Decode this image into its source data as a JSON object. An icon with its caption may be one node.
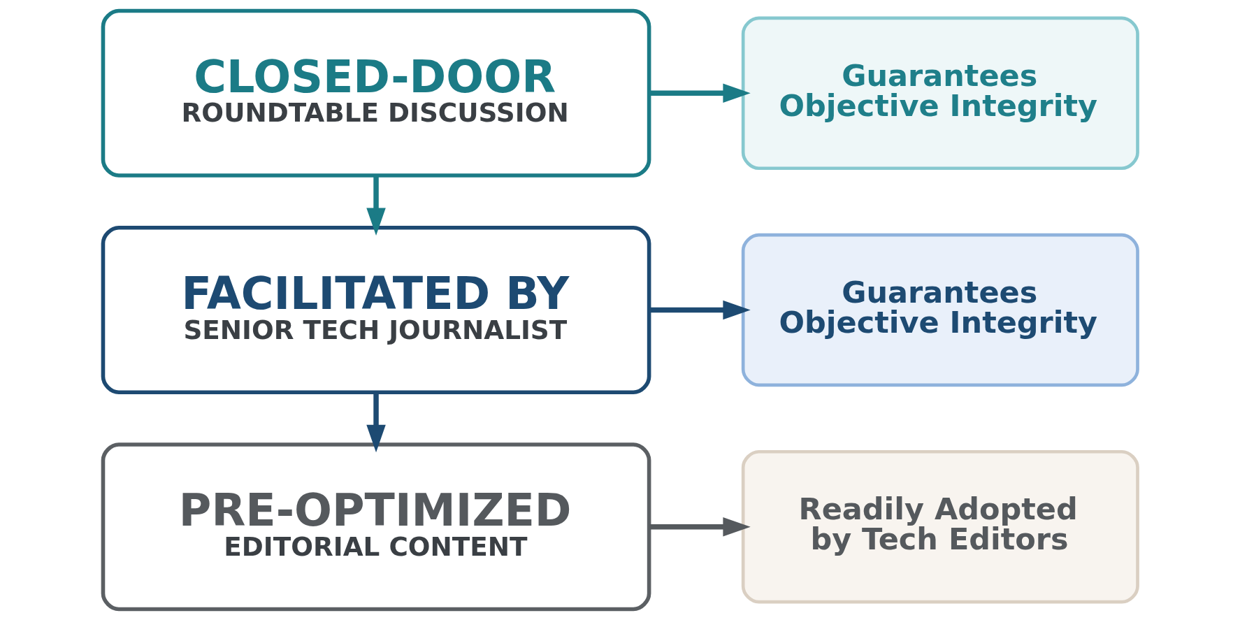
{
  "diagram": {
    "nodes": [
      {
        "text": [
          "CLOSED-DOOR",
          "ROUNDTABLE DISCUSSION"
        ]
      },
      {
        "text": [
          "Guarantees Objective Integrity"
        ]
      },
      {
        "text": [
          "FACILITATED BY",
          "SENIOR TECH JOURNALIST"
        ]
      },
      {
        "text": [
          "Guarantees Objective Integrity"
        ]
      },
      {
        "text": [
          "PRE-OPTIMIZED",
          "EDITORIAL CONTENT"
        ]
      },
      {
        "text": [
          "Readily Adopted by Tech Editors"
        ]
      }
    ],
    "edges": [
      {
        "from": 0,
        "to": 1,
        "arrow": "to",
        "color": "#1b7b86"
      },
      {
        "from": 0,
        "to": 2,
        "arrow": "to",
        "color": "#1b7b86"
      },
      {
        "from": 2,
        "to": 3,
        "arrow": "to",
        "color": "#1d4a72"
      },
      {
        "from": 2,
        "to": 4,
        "arrow": "to",
        "color": "#1d4a72"
      },
      {
        "from": 4,
        "to": 5,
        "arrow": "to",
        "color": "#55595d"
      }
    ]
  }
}
